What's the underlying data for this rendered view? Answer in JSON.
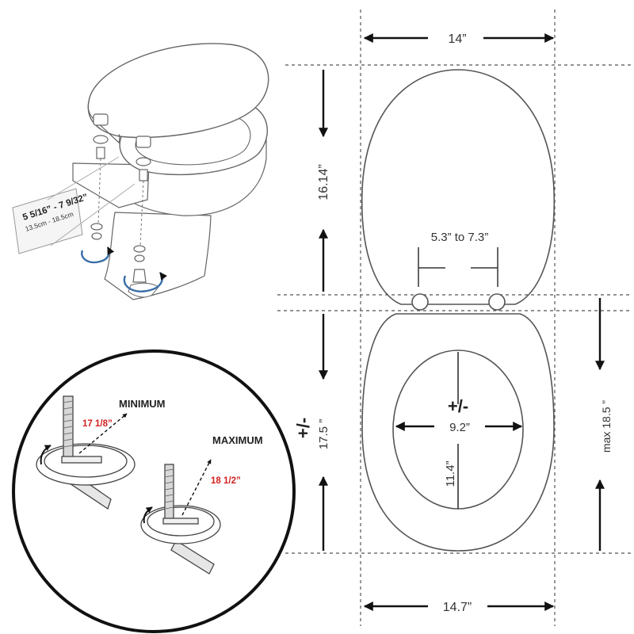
{
  "measurements": {
    "top_width": "14”",
    "lid_length": "16.14”",
    "hinge_spacing": "5.3” to 7.3”",
    "plus_minus_inner": "+/-",
    "inner_width": "9.2”",
    "inner_length": "11.4”",
    "plus_minus_outer": "+/-",
    "seat_length": "17.5 ”",
    "max_length": "max 18.5 ”",
    "bottom_width": "14.7”"
  },
  "inset": {
    "minimum_label": "MINIMUM",
    "minimum_value": "17 1/8”",
    "maximum_label": "MAXIMUM",
    "maximum_value": "18 1/2”"
  },
  "tag": {
    "range_main": "5 5/16” - 7 9/32”",
    "range_metric": "13.5cm - 18.5cm"
  },
  "colors": {
    "line": "#555555",
    "arrow": "#111111",
    "accent_red": "#d32020"
  }
}
